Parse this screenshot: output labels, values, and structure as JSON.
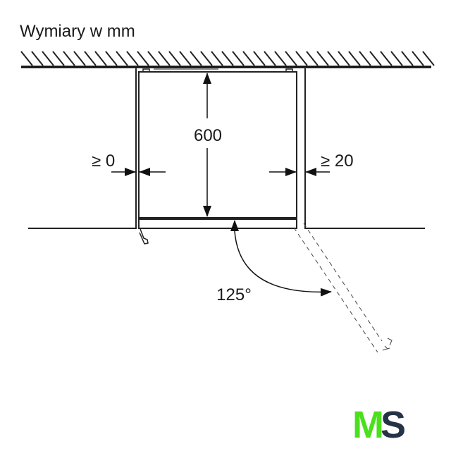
{
  "title": "Wymiary w mm",
  "dimensions": {
    "depth": "600",
    "left_gap": "≥ 0",
    "right_gap": "≥ 20",
    "door_angle": "125°"
  },
  "logo": {
    "letter1": "M",
    "letter2": "S",
    "color1": "#4be01c",
    "color2": "#263347"
  }
}
